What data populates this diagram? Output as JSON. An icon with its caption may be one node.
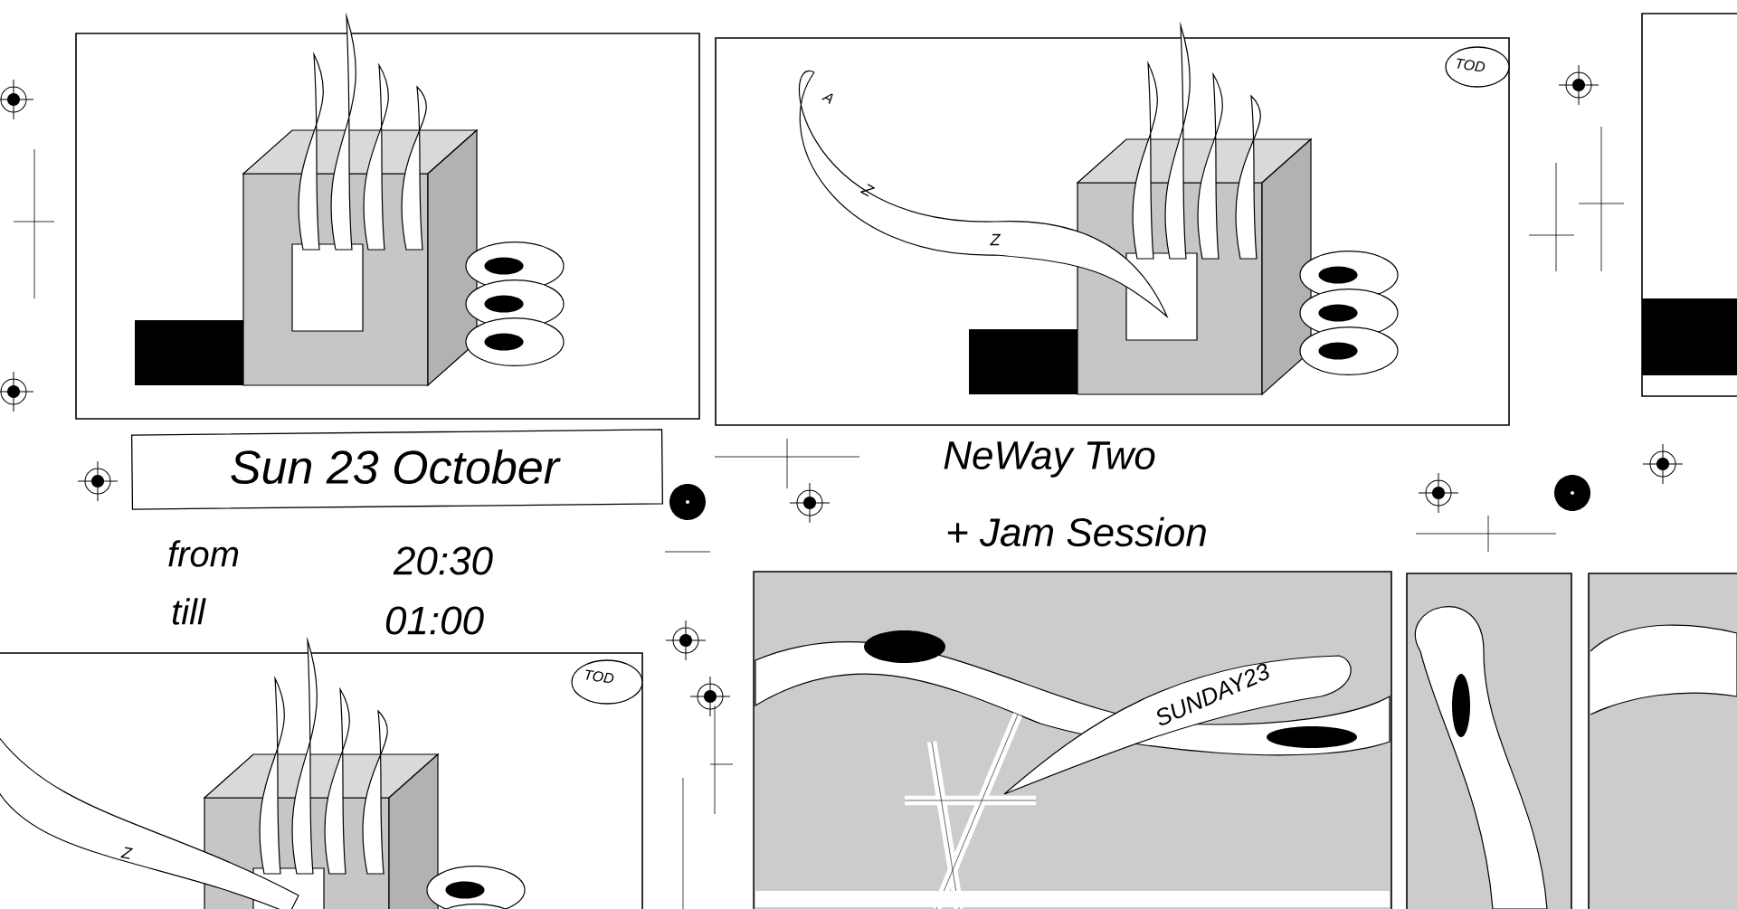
{
  "diagram": {
    "nodes": [
      {
        "text": [],
        "shape": "picture"
      },
      {
        "text": [
          "A",
          "Z",
          "Z"
        ]
      },
      {
        "text": [
          "TOD"
        ],
        "in": 1
      },
      {
        "text": [
          "Sun 23 October"
        ]
      },
      {
        "text": [
          "Z"
        ]
      },
      {
        "text": [
          "TOD"
        ],
        "in": 4
      },
      {
        "text": [
          "SUNDAY23"
        ]
      },
      {
        "text": [],
        "shape": "picture"
      },
      {
        "text": [],
        "shape": "picture"
      },
      {
        "text": [],
        "shape": "picture"
      }
    ],
    "labels": [
      "NeWay Two",
      "+ Jam Session",
      "from",
      "20:30",
      "till",
      "01:00"
    ]
  }
}
